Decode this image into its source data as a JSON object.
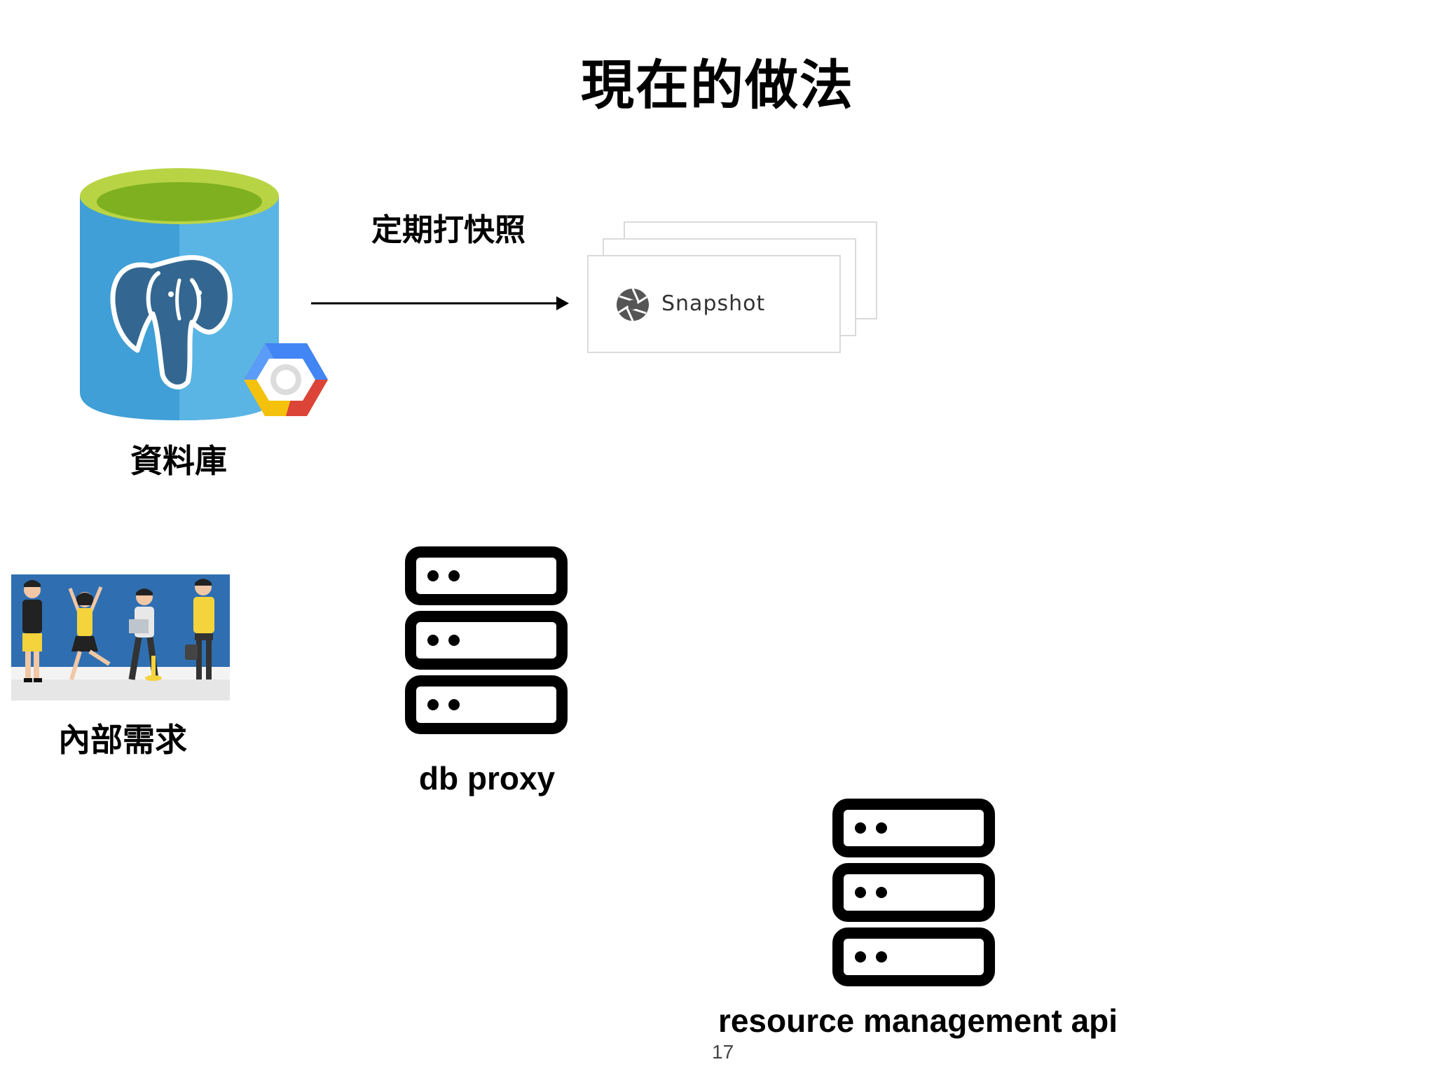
{
  "title": "現在的做法",
  "nodes": {
    "database": {
      "label": "資料庫",
      "icon": "postgresql-cloud-sql-icon"
    },
    "snapshot": {
      "arrow_label": "定期打快照",
      "card_text": "Snapshot",
      "icon": "camera-aperture-icon"
    },
    "internal": {
      "label": "內部需求",
      "icon": "team-photo"
    },
    "db_proxy": {
      "label": "db proxy",
      "icon": "server-rack-icon"
    },
    "resource_api": {
      "label": "resource management api",
      "icon": "server-rack-icon"
    }
  },
  "page_number": "17",
  "colors": {
    "cylinder_blue": "#3f9fd6",
    "cylinder_top": "#9bc93a",
    "elephant": "#336791",
    "gcp_blue": "#4285f4",
    "gcp_red": "#db4437",
    "gcp_yellow": "#f4c20d",
    "team_bg": "#2f6fb1",
    "team_shirt": "#f5d33c"
  }
}
